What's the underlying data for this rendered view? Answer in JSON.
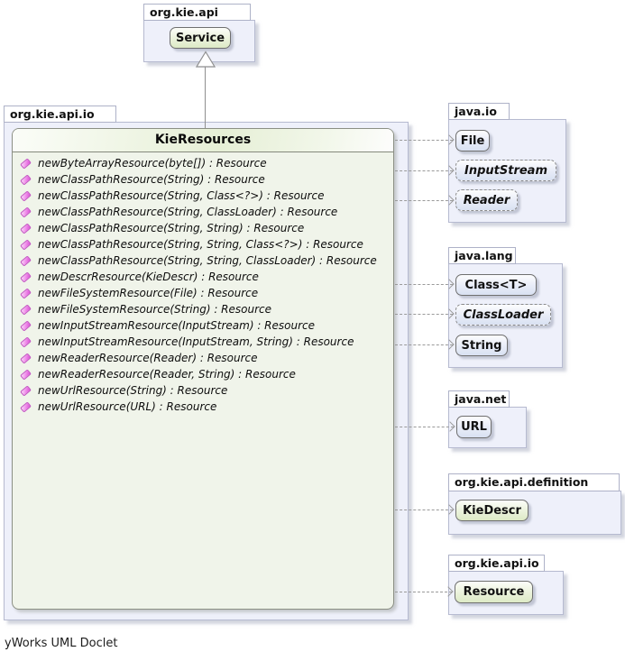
{
  "caption": "yWorks UML Doclet",
  "colors": {
    "package_fill": "#eef0fa",
    "kie_node_fill_bottom": "#ddeac6",
    "java_node_fill_bottom": "#d9e1f2",
    "main_node_body_fill": "#f0f4ea",
    "method_icon_pink": "#e36be0",
    "connector_gray": "#9a9a9a"
  },
  "top_package": {
    "label": "org.kie.api",
    "class_name": "Service"
  },
  "main_package": {
    "label": "org.kie.api.io",
    "node": {
      "title": "KieResources",
      "methods": [
        "newByteArrayResource(byte[]) : Resource",
        "newClassPathResource(String) : Resource",
        "newClassPathResource(String, Class<?>) : Resource",
        "newClassPathResource(String, ClassLoader) : Resource",
        "newClassPathResource(String, String) : Resource",
        "newClassPathResource(String, String, Class<?>) : Resource",
        "newClassPathResource(String, String, ClassLoader) : Resource",
        "newDescrResource(KieDescr) : Resource",
        "newFileSystemResource(File) : Resource",
        "newFileSystemResource(String) : Resource",
        "newInputStreamResource(InputStream) : Resource",
        "newInputStreamResource(InputStream, String) : Resource",
        "newReaderResource(Reader) : Resource",
        "newReaderResource(Reader, String) : Resource",
        "newUrlResource(String) : Resource",
        "newUrlResource(URL) : Resource"
      ]
    }
  },
  "right_packages": [
    {
      "label": "java.io",
      "classes": [
        {
          "name": "File",
          "abstract": false
        },
        {
          "name": "InputStream",
          "abstract": true
        },
        {
          "name": "Reader",
          "abstract": true
        }
      ]
    },
    {
      "label": "java.lang",
      "classes": [
        {
          "name": "Class<T>",
          "abstract": false
        },
        {
          "name": "ClassLoader",
          "abstract": true
        },
        {
          "name": "String",
          "abstract": false
        }
      ]
    },
    {
      "label": "java.net",
      "classes": [
        {
          "name": "URL",
          "abstract": false
        }
      ]
    },
    {
      "label": "org.kie.api.definition",
      "classes": [
        {
          "name": "KieDescr",
          "abstract": false
        }
      ]
    },
    {
      "label": "org.kie.api.io",
      "classes": [
        {
          "name": "Resource",
          "abstract": false
        }
      ]
    }
  ],
  "relations": [
    {
      "from": "KieResources",
      "to": "Service",
      "type": "generalization"
    },
    {
      "from": "KieResources",
      "to": "File",
      "type": "dependency"
    },
    {
      "from": "KieResources",
      "to": "InputStream",
      "type": "dependency"
    },
    {
      "from": "KieResources",
      "to": "Reader",
      "type": "dependency"
    },
    {
      "from": "KieResources",
      "to": "Class<T>",
      "type": "dependency"
    },
    {
      "from": "KieResources",
      "to": "ClassLoader",
      "type": "dependency"
    },
    {
      "from": "KieResources",
      "to": "String",
      "type": "dependency"
    },
    {
      "from": "KieResources",
      "to": "URL",
      "type": "dependency"
    },
    {
      "from": "KieResources",
      "to": "KieDescr",
      "type": "dependency"
    },
    {
      "from": "KieResources",
      "to": "Resource",
      "type": "dependency"
    }
  ]
}
